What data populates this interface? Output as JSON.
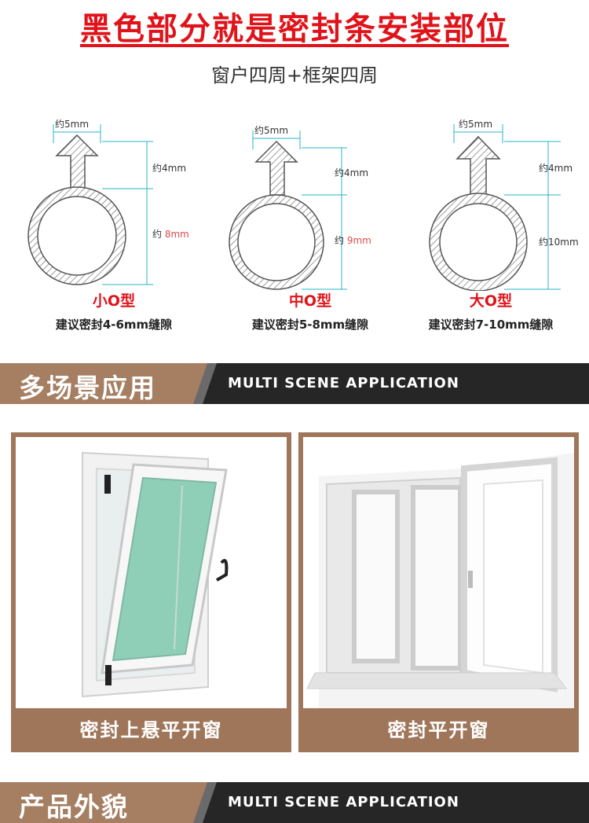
{
  "header": {
    "title": "黑色部分就是密封条安装部位",
    "subtitle": "窗户四周+框架四周"
  },
  "profiles": [
    {
      "width_label": "约5mm",
      "top_label": "约4mm",
      "bottom_label_prefix": "约",
      "bottom_label_value": "8mm",
      "type": "小O型",
      "suggest": "建议密封4-6mm缝隙"
    },
    {
      "width_label": "约5mm",
      "top_label": "约4mm",
      "bottom_label_prefix": "约",
      "bottom_label_value": "9mm",
      "type": "中O型",
      "suggest": "建议密封5-8mm缝隙"
    },
    {
      "width_label": "约5mm",
      "top_label": "约4mm",
      "bottom_label_prefix": "约",
      "bottom_label_value": "10mm",
      "type": "大O型",
      "suggest": "建议密封7-10mm缝隙"
    }
  ],
  "section_scene": {
    "title_cn": "多场景应用",
    "title_en": "MULTI SCENE APPLICATION"
  },
  "scenes": [
    {
      "caption": "密封上悬平开窗",
      "icon": "tilt-window-icon"
    },
    {
      "caption": "密封平开窗",
      "icon": "casement-window-icon"
    }
  ],
  "section_product": {
    "title_cn": "产品外貌",
    "title_en": "MULTI SCENE APPLICATION"
  },
  "colors": {
    "red": "#e0131a",
    "brown": "#a67f63",
    "dark": "#262626",
    "cyan_dim": "#29b6c9"
  }
}
